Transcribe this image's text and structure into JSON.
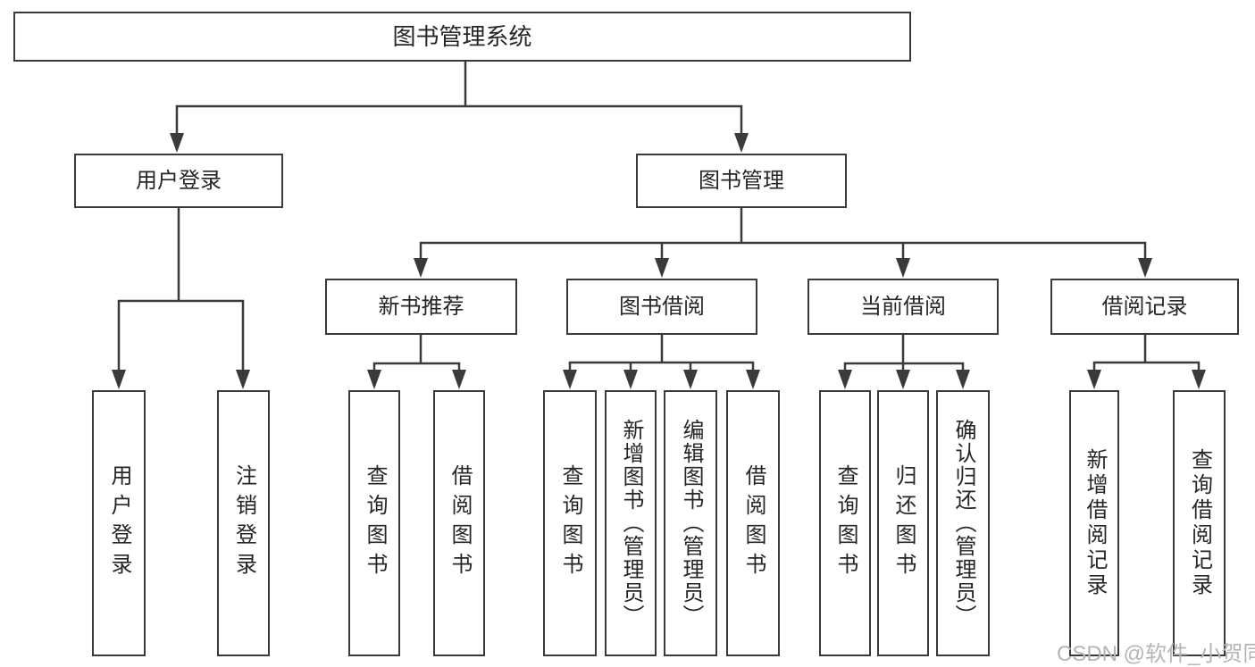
{
  "diagram_title": "图书管理系统",
  "tree": {
    "label": "图书管理系统",
    "children": [
      {
        "label": "用户登录",
        "children": [
          {
            "label": "用户登录"
          },
          {
            "label": "注销登录"
          }
        ]
      },
      {
        "label": "图书管理",
        "children": [
          {
            "label": "新书推荐",
            "children": [
              {
                "label": "查询图书"
              },
              {
                "label": "借阅图书"
              }
            ]
          },
          {
            "label": "图书借阅",
            "children": [
              {
                "label": "查询图书"
              },
              {
                "label": "新增图书（管理员）"
              },
              {
                "label": "编辑图书（管理员）"
              },
              {
                "label": "借阅图书"
              }
            ]
          },
          {
            "label": "当前借阅",
            "children": [
              {
                "label": "查询图书"
              },
              {
                "label": "归还图书"
              },
              {
                "label": "确认归还（管理员）"
              }
            ]
          },
          {
            "label": "借阅记录",
            "children": [
              {
                "label": "新增借阅记录"
              },
              {
                "label": "查询借阅记录"
              }
            ]
          }
        ]
      }
    ]
  },
  "edges": [
    [
      "图书管理系统",
      "用户登录"
    ],
    [
      "图书管理系统",
      "图书管理"
    ],
    [
      "用户登录",
      "用户登录"
    ],
    [
      "用户登录",
      "注销登录"
    ],
    [
      "图书管理",
      "新书推荐"
    ],
    [
      "图书管理",
      "图书借阅"
    ],
    [
      "图书管理",
      "当前借阅"
    ],
    [
      "图书管理",
      "借阅记录"
    ],
    [
      "新书推荐",
      "查询图书"
    ],
    [
      "新书推荐",
      "借阅图书"
    ],
    [
      "图书借阅",
      "查询图书"
    ],
    [
      "图书借阅",
      "新增图书（管理员）"
    ],
    [
      "图书借阅",
      "编辑图书（管理员）"
    ],
    [
      "图书借阅",
      "借阅图书"
    ],
    [
      "当前借阅",
      "查询图书"
    ],
    [
      "当前借阅",
      "归还图书"
    ],
    [
      "当前借阅",
      "确认归还（管理员）"
    ],
    [
      "借阅记录",
      "新增借阅记录"
    ],
    [
      "借阅记录",
      "查询借阅记录"
    ]
  ],
  "watermark": {
    "text": "CSDN @软件_小贺同学",
    "color": "#b5b5b5"
  },
  "colors": {
    "background": "#ffffff",
    "line": "#3a3a3a",
    "box_border": "#3a3a3a",
    "box_fill": "#ffffff",
    "text": "#262626"
  }
}
